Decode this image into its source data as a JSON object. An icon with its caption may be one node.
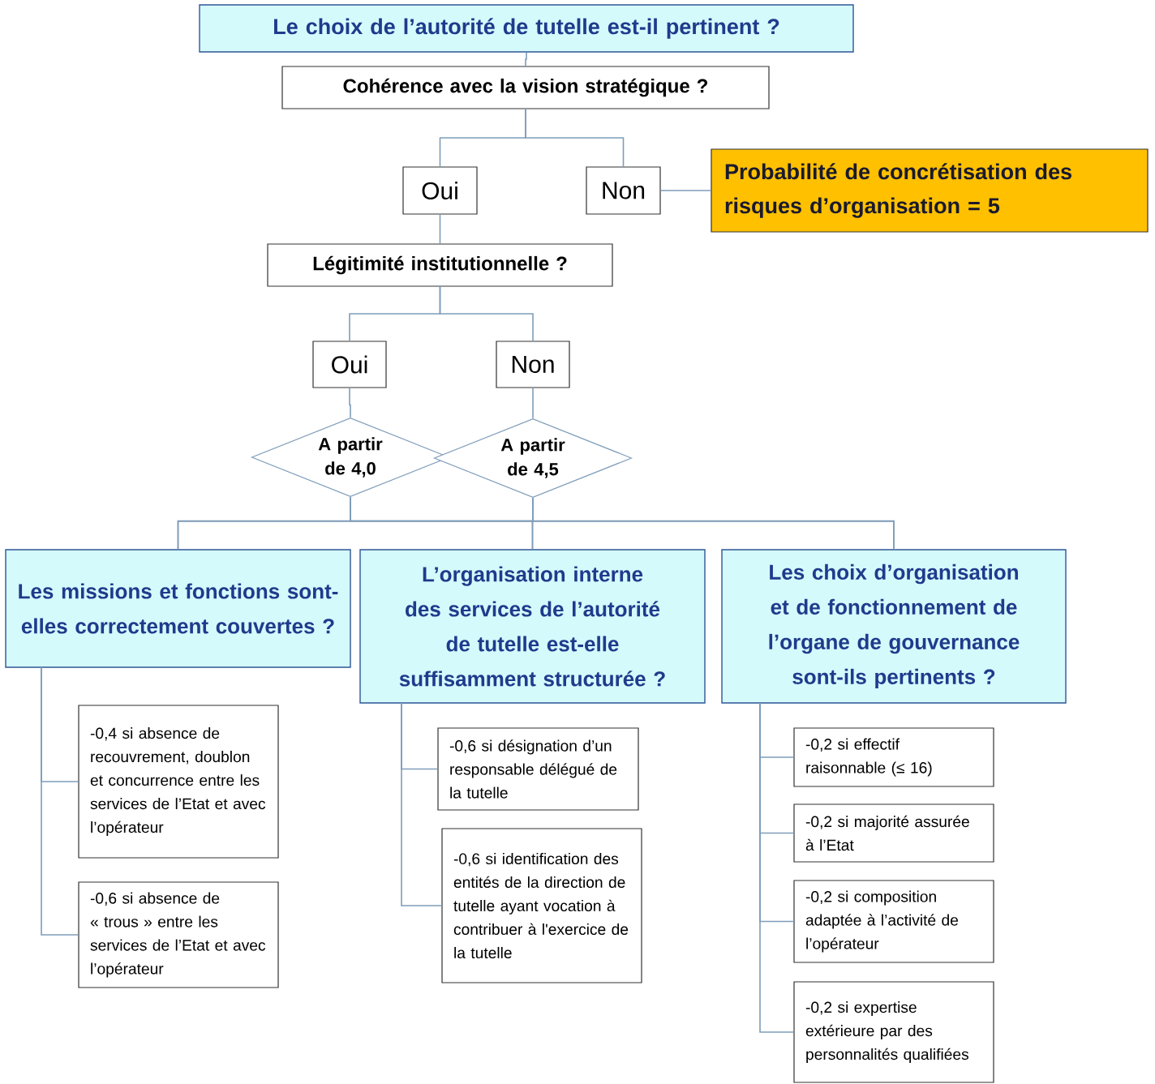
{
  "diagram": {
    "nodes": [
      {
        "text": [
          "Le choix de l’autorité de tutelle est-il pertinent ?"
        ]
      },
      {
        "text": [
          "Cohérence avec la vision stratégique ?"
        ]
      },
      {
        "text": [
          "Oui"
        ]
      },
      {
        "text": [
          "Non"
        ]
      },
      {
        "text": [
          "Probabilité de concrétisation des risques d’organisation = 5"
        ]
      },
      {
        "text": [
          "Légitimité institutionnelle ?"
        ]
      },
      {
        "text": [
          "Oui"
        ]
      },
      {
        "text": [
          "Non"
        ]
      },
      {
        "text": [
          "A partir de 4,0"
        ]
      },
      {
        "text": [
          "A partir de 4,5"
        ]
      },
      {
        "text": [
          "Les missions et fonctions sont-elles correctement couvertes ?"
        ]
      },
      {
        "text": [
          "L’organisation interne des services de l’autorité de tutelle est-elle suffisamment structurée ?"
        ]
      },
      {
        "text": [
          "Les choix d’organisation et de fonctionnement de l’organe de gouvernance sont-ils pertinents ?"
        ]
      },
      {
        "text": [
          "-0,4 si absence de recouvrement, doublon et concurrence entre les services de l’Etat et avec l’opérateur"
        ]
      },
      {
        "text": [
          "-0,6 si absence de « trous » entre les services de l’Etat et avec l’opérateur"
        ]
      },
      {
        "text": [
          "-0,6 si désignation d’un responsable délégué de la tutelle"
        ]
      },
      {
        "text": [
          "-0,6 si identification des entités de la direction de tutelle ayant vocation à contribuer à l'exercice de la tutelle"
        ]
      },
      {
        "text": [
          "-0,2 si effectif raisonnable (≤ 16)"
        ]
      },
      {
        "text": [
          "-0,2 si majorité assurée à l’Etat"
        ]
      },
      {
        "text": [
          "-0,2 si composition adaptée à l’activité de l’opérateur"
        ]
      },
      {
        "text": [
          "-0,2 si expertise extérieure par des personnalités qualifiées"
        ]
      }
    ],
    "edges": [
      {
        "from": 0,
        "to": 1,
        "arrow": "none"
      },
      {
        "from": 1,
        "to": 2,
        "arrow": "none"
      },
      {
        "from": 1,
        "to": 3,
        "arrow": "none"
      },
      {
        "from": 3,
        "to": 4,
        "arrow": "none"
      },
      {
        "from": 2,
        "to": 5,
        "arrow": "none"
      },
      {
        "from": 5,
        "to": 6,
        "arrow": "none"
      },
      {
        "from": 5,
        "to": 7,
        "arrow": "none"
      },
      {
        "from": 6,
        "to": 8,
        "arrow": "none"
      },
      {
        "from": 7,
        "to": 9,
        "arrow": "none"
      },
      {
        "from": 8,
        "to": 10,
        "arrow": "none"
      },
      {
        "from": 8,
        "to": 11,
        "arrow": "none"
      },
      {
        "from": 8,
        "to": 12,
        "arrow": "none"
      },
      {
        "from": 9,
        "to": 10,
        "arrow": "none"
      },
      {
        "from": 9,
        "to": 11,
        "arrow": "none"
      },
      {
        "from": 9,
        "to": 12,
        "arrow": "none"
      },
      {
        "from": 10,
        "to": 13,
        "arrow": "none"
      },
      {
        "from": 10,
        "to": 14,
        "arrow": "none"
      },
      {
        "from": 11,
        "to": 15,
        "arrow": "none"
      },
      {
        "from": 11,
        "to": 16,
        "arrow": "none"
      },
      {
        "from": 12,
        "to": 17,
        "arrow": "none"
      },
      {
        "from": 12,
        "to": 18,
        "arrow": "none"
      },
      {
        "from": 12,
        "to": 19,
        "arrow": "none"
      },
      {
        "from": 12,
        "to": 20,
        "arrow": "none"
      }
    ]
  }
}
